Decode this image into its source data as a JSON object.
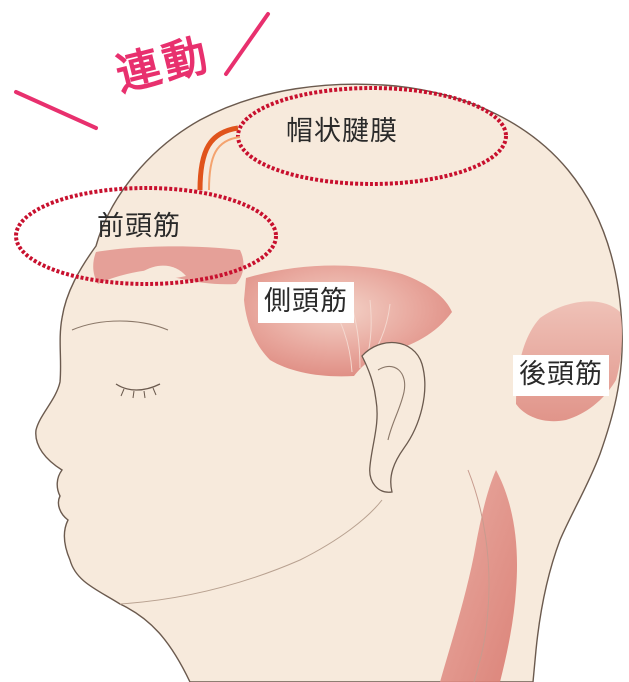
{
  "headline": "連動",
  "labels": {
    "galea_aponeurotica": "帽状腱膜",
    "frontalis": "前頭筋",
    "temporalis": "側頭筋",
    "occipitalis": "後頭筋"
  },
  "colors": {
    "skin": "#f7eadc",
    "skin_outline": "#6b5a4e",
    "muscle": "#e2938c",
    "muscle_light": "#efc2b8",
    "highlight_ring": "#c8102e",
    "headline": "#e8306e",
    "connector": "#e0541c"
  }
}
